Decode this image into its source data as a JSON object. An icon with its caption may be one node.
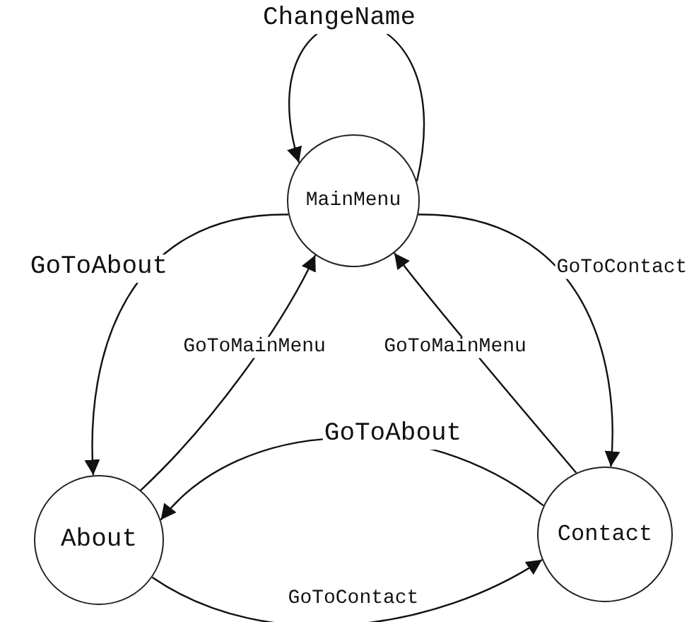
{
  "diagram": {
    "nodes": [
      {
        "text": [
          "MainMenu"
        ]
      },
      {
        "text": [
          "About"
        ]
      },
      {
        "text": [
          "Contact"
        ]
      }
    ],
    "edges": [
      {
        "from": 0,
        "to": 0,
        "arrow": "to",
        "label": "ChangeName"
      },
      {
        "from": 0,
        "to": 1,
        "arrow": "to",
        "label": "GoToAbout"
      },
      {
        "from": 0,
        "to": 2,
        "arrow": "to",
        "label": "GoToContact"
      },
      {
        "from": 1,
        "to": 0,
        "arrow": "to",
        "label": "GoToMainMenu"
      },
      {
        "from": 2,
        "to": 0,
        "arrow": "to",
        "label": "GoToMainMenu"
      },
      {
        "from": 2,
        "to": 1,
        "arrow": "to",
        "label": "GoToAbout"
      },
      {
        "from": 1,
        "to": 2,
        "arrow": "to",
        "label": "GoToContact"
      }
    ]
  }
}
